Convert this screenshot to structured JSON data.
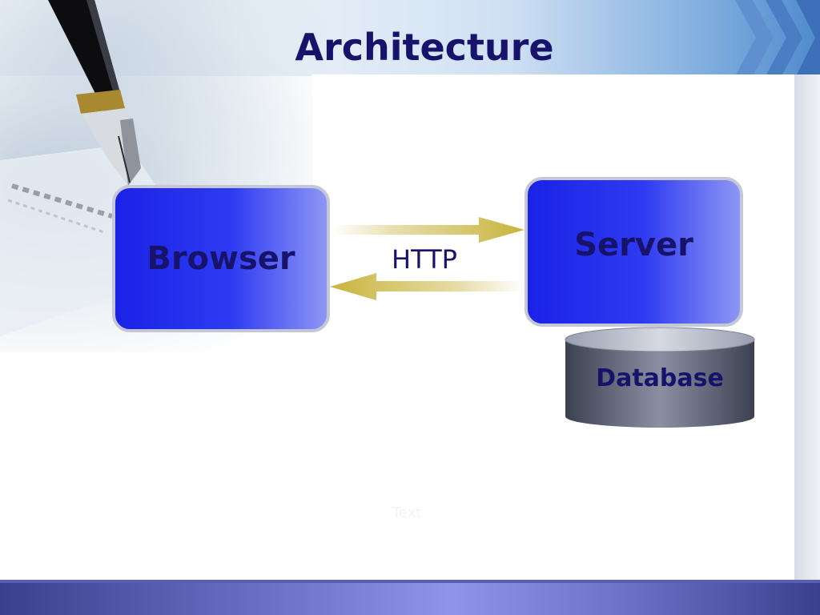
{
  "slide": {
    "title": "Architecture",
    "nodes": {
      "browser": "Browser",
      "server": "Server",
      "database": "Database"
    },
    "connection_label": "HTTP",
    "faint_text": "Text"
  },
  "colors": {
    "title": "#17136b",
    "node_fill": "#1a22e6",
    "node_border": "#c3c7d6",
    "arrow": "#c8b43c",
    "database": "#6e7588",
    "footer": "#6f74c9"
  }
}
